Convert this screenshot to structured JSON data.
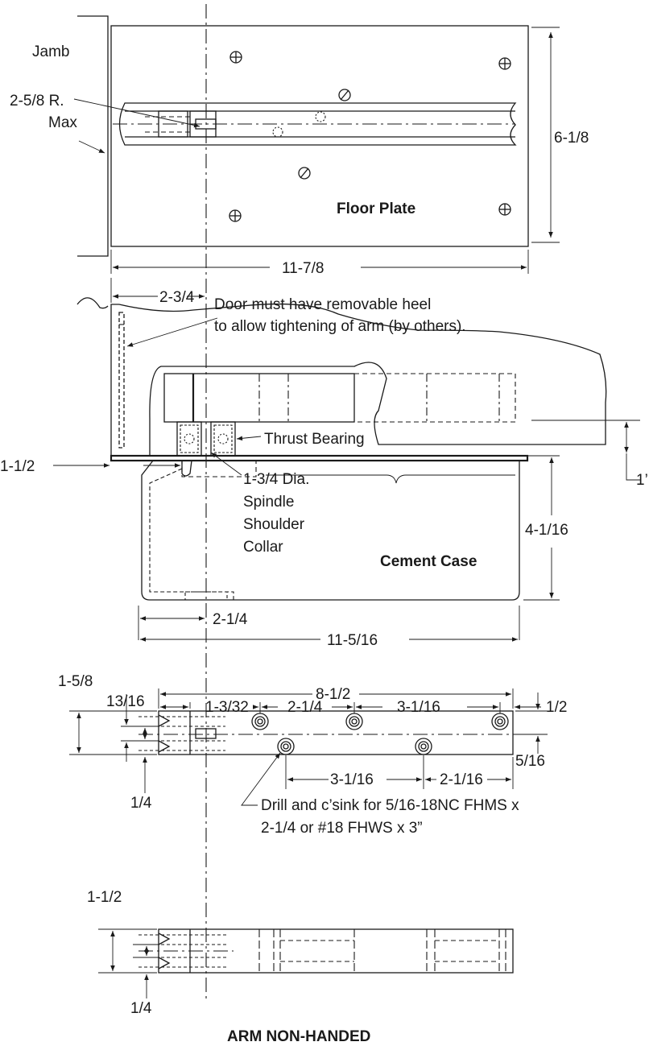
{
  "labels": {
    "jamb": "Jamb",
    "radius_1": "2-5/8 R.",
    "radius_2": "Max",
    "floor_plate": "Floor Plate",
    "door_note_1": "Door must have removable heel",
    "door_note_2": "to allow tightening of arm (by others).",
    "thrust_bearing": "Thrust Bearing",
    "spindle_1": "1-3/4 Dia.",
    "spindle_2": "Spindle",
    "spindle_3": "Shoulder",
    "spindle_4": "Collar",
    "cement_case": "Cement Case",
    "drill_1": "Drill and c’sink for 5/16-18NC FHMS x",
    "drill_2": "2-1/4 or #18 FHWS x 3”",
    "arm_title": "ARM NON-HANDED"
  },
  "dimensions": {
    "plate_width": "6-1/8",
    "plate_length": "11-7/8",
    "jamb_offset": "2-3/4",
    "case_offset": "1-1/2",
    "depth_small": "1’",
    "case_depth": "4-1/16",
    "case_center": "2-1/4",
    "case_length": "11-5/16",
    "arm_length": "8-1/2",
    "arm_width": "1-5/8",
    "arm_a": "13/16",
    "arm_b": "1-3/32",
    "arm_c": "2-1/4",
    "arm_d": "3-1/16",
    "arm_e": "1/2",
    "arm_f": "5/16",
    "arm_g": "1/4",
    "arm_h": "3-1/16",
    "arm_i": "2-1/16",
    "arm2_width": "1-1/2",
    "arm2_g": "1/4"
  }
}
